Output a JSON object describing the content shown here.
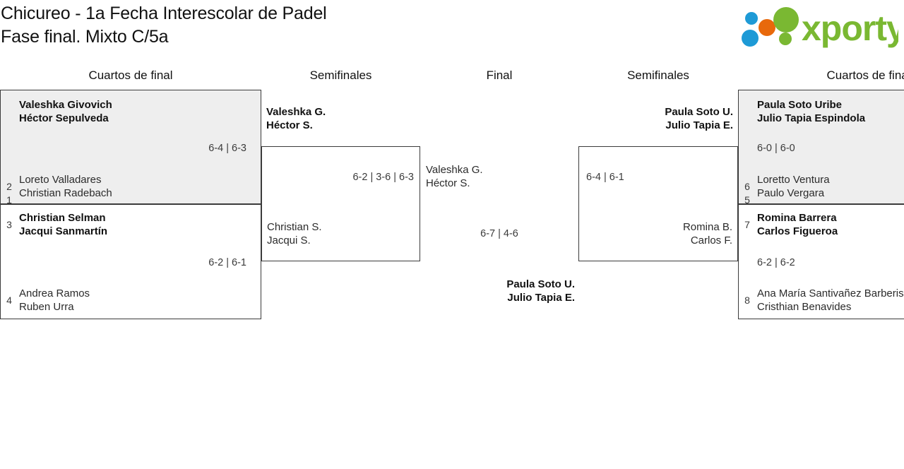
{
  "header": {
    "title": "Chicureo - 1a Fecha Interescolar de Padel\nFase final. Mixto C/5a",
    "logo": {
      "wordmark": "xporty",
      "colors": {
        "green": "#7ab832",
        "blue": "#1e9ad6",
        "orange": "#e8690b"
      },
      "dots": [
        "blue-dot",
        "orange-dot",
        "blue-dot",
        "green-dot-large",
        "green-dot-small"
      ]
    }
  },
  "rounds": [
    {
      "label": "Cuartos de final"
    },
    {
      "label": "Semifinales"
    },
    {
      "label": "Final"
    },
    {
      "label": "Semifinales"
    },
    {
      "label": "Cuartos de final"
    }
  ],
  "bracket": {
    "left_quarterfinals": [
      {
        "score": "6-4 | 6-3",
        "highlight": true,
        "teams": [
          {
            "seed": "1",
            "p1": "Valeshka Givovich",
            "p2": "Héctor Sepulveda",
            "winner": true
          },
          {
            "seed": "2",
            "p1": "Loreto Valladares",
            "p2": "Christian Radebach",
            "winner": false
          }
        ]
      },
      {
        "score": "6-2 | 6-1",
        "highlight": false,
        "teams": [
          {
            "seed": "3",
            "p1": "Christian Selman",
            "p2": "Jacqui Sanmartín",
            "winner": true
          },
          {
            "seed": "4",
            "p1": "Andrea Ramos",
            "p2": "Ruben Urra",
            "winner": false
          }
        ]
      }
    ],
    "left_semifinal": {
      "score": "6-2 | 3-6 | 6-3",
      "top_team": {
        "p1": "Valeshka G.",
        "p2": "Héctor S.",
        "winner": true
      },
      "bottom_team": {
        "p1": "Christian S.",
        "p2": "Jacqui S.",
        "winner": false
      }
    },
    "final": {
      "score": "6-7 | 4-6",
      "left_team": {
        "p1": "Valeshka G.",
        "p2": "Héctor S.",
        "winner": false
      },
      "right_team": {
        "p1": "Paula Soto U.",
        "p2": "Julio Tapia E.",
        "winner": true
      },
      "champion": {
        "p1": "Paula Soto U.",
        "p2": "Julio Tapia E."
      }
    },
    "right_semifinal": {
      "score": "6-4 | 6-1",
      "top_team": {
        "p1": "Paula Soto U.",
        "p2": "Julio Tapia E.",
        "winner": true
      },
      "bottom_team": {
        "p1": "Romina B.",
        "p2": "Carlos F.",
        "winner": false
      }
    },
    "right_quarterfinals": [
      {
        "score": "6-0 | 6-0",
        "highlight": true,
        "teams": [
          {
            "seed": "5",
            "p1": "Paula Soto Uribe",
            "p2": "Julio Tapia Espindola",
            "winner": true
          },
          {
            "seed": "6",
            "p1": "Loretto Ventura",
            "p2": "Paulo Vergara",
            "winner": false
          }
        ]
      },
      {
        "score": "6-2 | 6-2",
        "highlight": false,
        "teams": [
          {
            "seed": "7",
            "p1": "Romina Barrera",
            "p2": "Carlos Figueroa",
            "winner": true
          },
          {
            "seed": "8",
            "p1": "Ana María Santivañez Barberis",
            "p2": "Cristhian Benavides",
            "winner": false
          }
        ]
      }
    ]
  }
}
